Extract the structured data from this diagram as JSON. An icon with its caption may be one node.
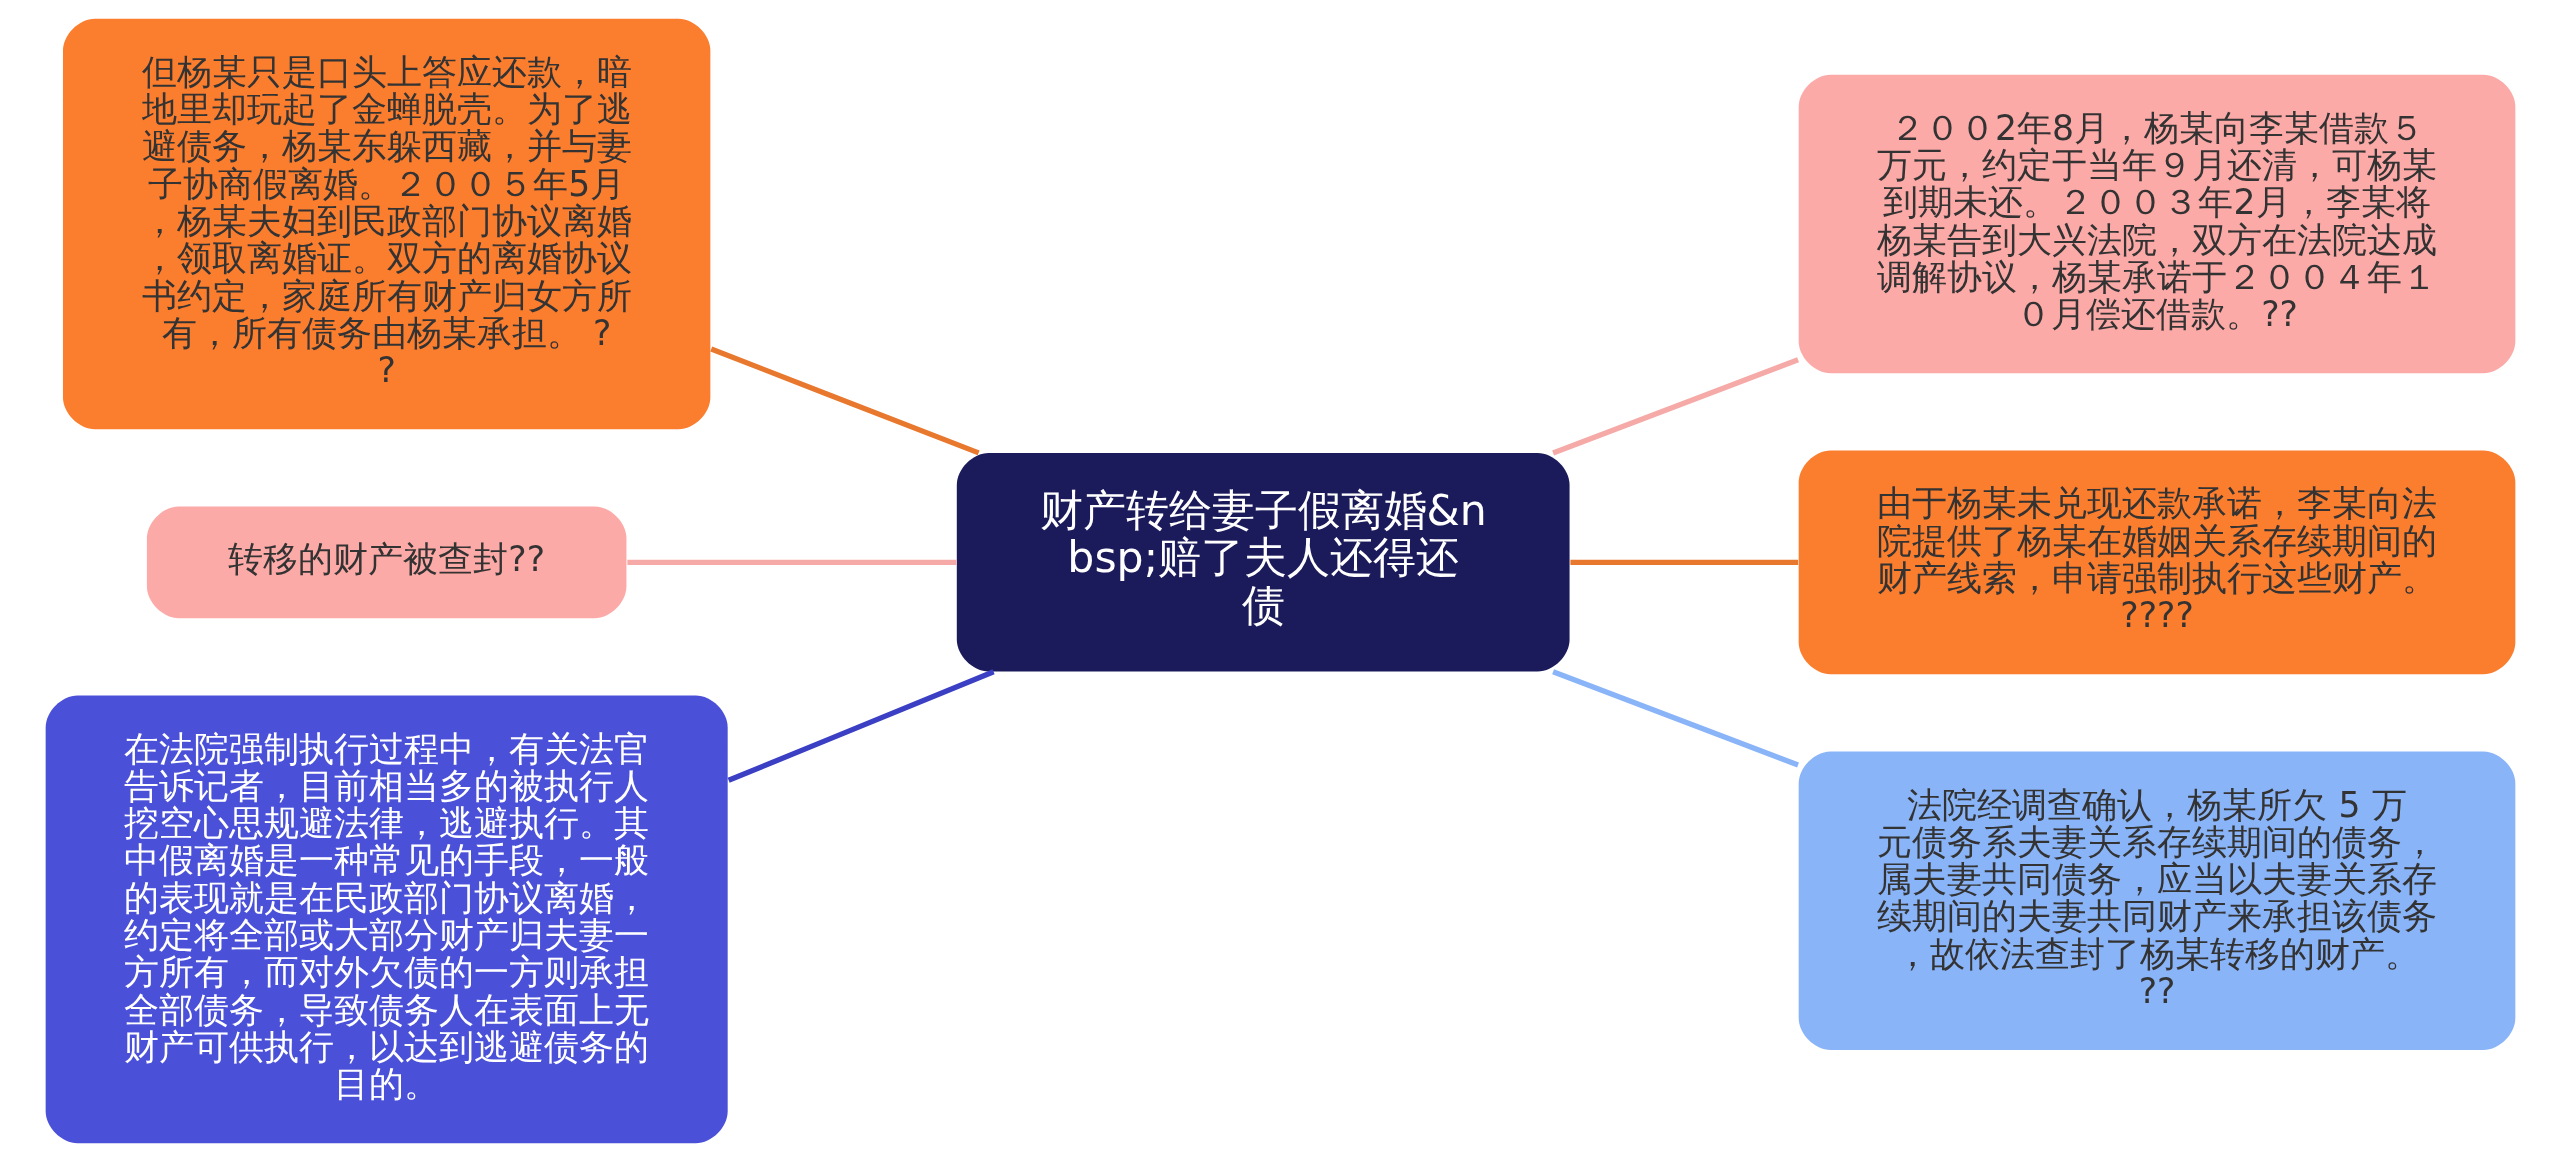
{
  "diagram": {
    "nodes": [
      {
        "text": [
          "财产转给妻子假离婚&nbsp;赔了夫人还得还债"
        ]
      },
      {
        "text": [
          "但杨某只是口头上答应还款，暗地里却玩起了金蝉脱壳。为了逃避债务，杨某东躲西藏，并与妻子协商假离婚。２００５年5月，杨某夫妇到民政部门协议离婚，领取离婚证。双方的离婚协议书约定，家庭所有财产归女方所有，所有债务由杨某承担。 ??"
        ]
      },
      {
        "text": [
          "转移的财产被查封??"
        ]
      },
      {
        "text": [
          "在法院强制执行过程中，有关法官告诉记者，目前相当多的被执行人挖空心思规避法律，逃避执行。其中假离婚是一种常见的手段，一般的表现就是在民政部门协议离婚，约定将全部或大部分财产归夫妻一方所有，而对外欠债的一方则承担全部债务，导致债务人在表面上无财产可供执行，以达到逃避债务的目的。"
        ]
      },
      {
        "text": [
          "２００2年8月，杨某向李某借款５万元，约定于当年９月还清，可杨某到期未还。２００３年2月，李某将杨某告到大兴法院，双方在法院达成调解协议，杨某承诺于２００４年１０月偿还借款。??"
        ]
      },
      {
        "text": [
          "由于杨某未兑现还款承诺，李某向法院提供了杨某在婚姻关系存续期间的财产线索，申请强制执行这些财产。????"
        ]
      },
      {
        "text": [
          "法院经调查确认，杨某所欠 5 万元债务系夫妻关系存续期间的债务，属夫妻共同债务，应当以夫妻关系存续期间的夫妻共同财产来承担该债务，故依法查封了杨某转移的财产。 ??"
        ]
      }
    ],
    "edges": [
      {
        "from": 1,
        "to": 0,
        "arrow": "none",
        "color": "#e8782e"
      },
      {
        "from": 2,
        "to": 0,
        "arrow": "none",
        "color": "#f5aaa7"
      },
      {
        "from": 3,
        "to": 0,
        "arrow": "none",
        "color": "#3b3fc4"
      },
      {
        "from": 0,
        "to": 4,
        "arrow": "none",
        "color": "#f5aaa7"
      },
      {
        "from": 0,
        "to": 5,
        "arrow": "none",
        "color": "#e8782e"
      },
      {
        "from": 0,
        "to": 6,
        "arrow": "none",
        "color": "#8ab4f8"
      }
    ]
  }
}
